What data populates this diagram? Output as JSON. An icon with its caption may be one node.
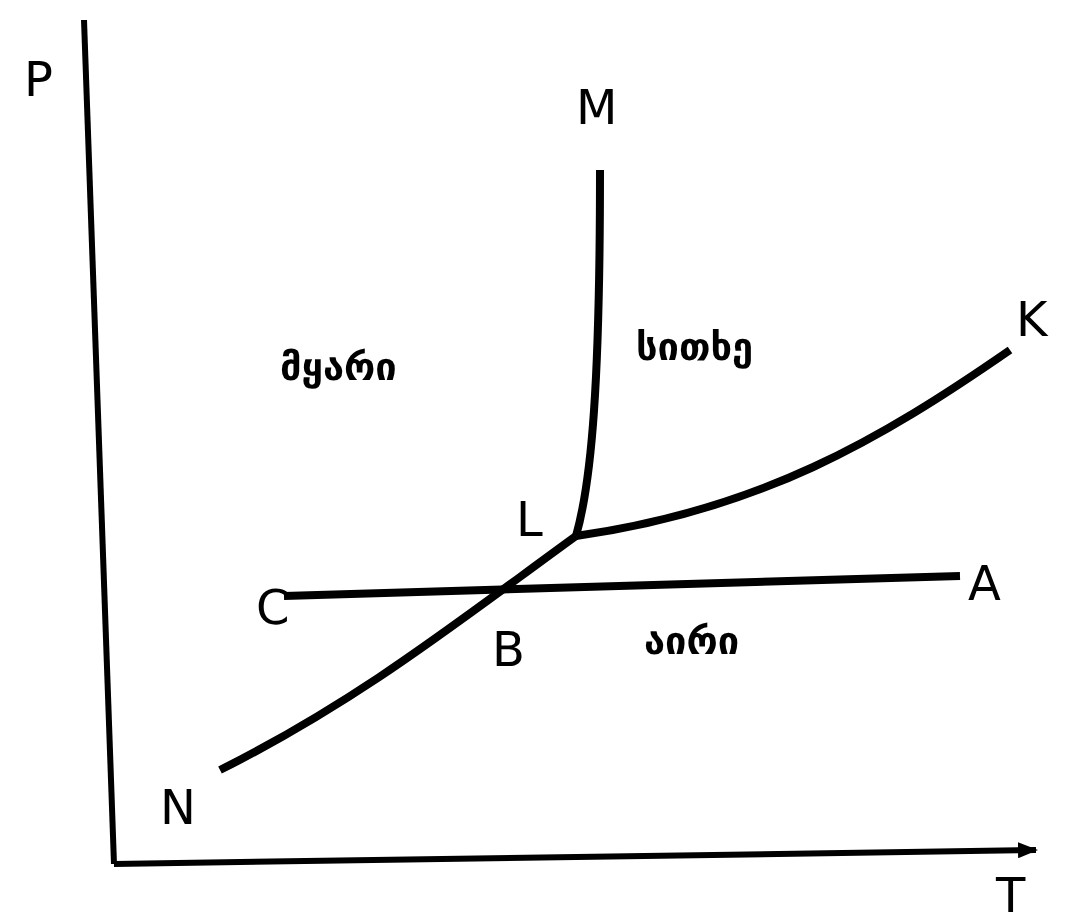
{
  "diagram": {
    "labels": [
      "P",
      "M",
      "K",
      "მყარი",
      "სითხე",
      "L",
      "C",
      "B",
      "აირი",
      "A",
      "N",
      "T"
    ]
  }
}
